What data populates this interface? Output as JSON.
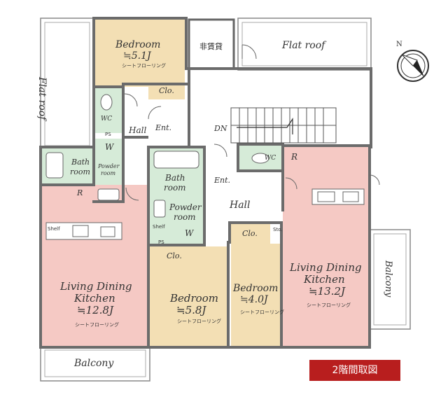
{
  "floor_title": "2階間取図",
  "compass_label": "N",
  "rooms": {
    "bedroom_top": {
      "name": "Bedroom",
      "size": "≒5.1J",
      "floor": "シートフローリング"
    },
    "bedroom_mid": {
      "name": "Bedroom",
      "size": "≒5.8J",
      "floor": "シートフローリング"
    },
    "bedroom_right": {
      "name": "Bedroom",
      "size": "≒4.0J",
      "floor": "シートフローリング"
    },
    "ldk_left": {
      "line1": "Living Dining",
      "line2": "Kitchen",
      "size": "≒12.8J",
      "floor": "シートフローリング"
    },
    "ldk_right": {
      "line1": "Living Dining",
      "line2": "Kitchen",
      "size": "≒13.2J",
      "floor": "シートフローリング"
    }
  },
  "labels": {
    "flat_roof_left": "Flat roof",
    "flat_roof_top": "Flat roof",
    "non_rental": "非賃貸",
    "clo_top": "Clo.",
    "wc_left": "WC",
    "ps_left": "PS",
    "hall_left": "Hall",
    "ent_left": "Ent.",
    "w_left": "W",
    "bath_left_1": "Bath",
    "bath_left_2": "room",
    "powder_left_1": "Powder",
    "powder_left_2": "room",
    "r_left": "R",
    "shelf_left": "Shelf",
    "dn": "DN",
    "wc_right": "WC",
    "r_right": "R",
    "bath_mid_1": "Bath",
    "bath_mid_2": "room",
    "powder_mid_1": "Powder",
    "powder_mid_2": "room",
    "shelf_mid": "Shelf",
    "w_mid": "W",
    "ps_mid": "PS",
    "clo_mid": "Clo.",
    "ent_mid": "Ent.",
    "hall_mid": "Hall",
    "clo_right": "Clo.",
    "sto": "Sto.",
    "balcony_bottom": "Balcony",
    "balcony_right": "Balcony"
  },
  "colors": {
    "bedroom": "#f3dfb4",
    "ldk": "#f5c9c4",
    "wet": "#d6ebd8",
    "wall": "#6b6b6b",
    "badge": "#b81e1e"
  }
}
